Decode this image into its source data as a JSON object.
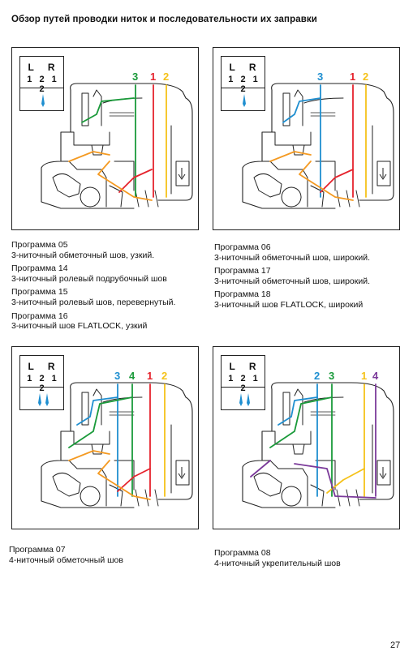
{
  "page_title": "Обзор путей проводки ниток и последовательности их заправки",
  "mode_box": {
    "letters": "L R",
    "numbers": "1 2 1 2"
  },
  "colors": {
    "green": "#1a9a3a",
    "red": "#e5232d",
    "yellow": "#f5c21a",
    "blue": "#1f8fd0",
    "orange": "#f49a22",
    "purple": "#7b3a9a"
  },
  "panels": [
    {
      "thread_labels": [
        "3",
        "1",
        "2"
      ],
      "label_colors": [
        "green",
        "red",
        "yellow"
      ]
    },
    {
      "thread_labels": [
        "3",
        "1",
        "2"
      ],
      "label_colors": [
        "blue",
        "red",
        "yellow"
      ]
    },
    {
      "thread_labels": [
        "3",
        "4",
        "1",
        "2"
      ],
      "label_colors": [
        "blue",
        "green",
        "red",
        "yellow"
      ]
    },
    {
      "thread_labels": [
        "2",
        "3",
        "1",
        "4"
      ],
      "label_colors": [
        "blue",
        "green",
        "yellow",
        "purple"
      ]
    }
  ],
  "captions": {
    "left_top": [
      {
        "program": "Программа 05",
        "desc": "3-ниточный обметочный шов, узкий."
      },
      {
        "program": "Программа 14",
        "desc": "3-ниточный ролевый подрубочный шов"
      },
      {
        "program": "Программа 15",
        "desc": "3-ниточный ролевый шов, перевернутый."
      },
      {
        "program": "Программа 16",
        "desc": "3-ниточный шов FLATLOCK, узкий"
      }
    ],
    "right_top": [
      {
        "program": "Программа 06",
        "desc": "3-ниточный обметочный шов, широкий."
      },
      {
        "program": "Программа 17",
        "desc": "3-ниточный обметочный шов, широкий."
      },
      {
        "program": "Программа 18",
        "desc": "3-ниточный шов FLATLOCK, широкий"
      }
    ],
    "left_bottom": [
      {
        "program": "Программа 07",
        "desc": "4-ниточный обметочный шов"
      }
    ],
    "right_bottom": [
      {
        "program": "Программа 08",
        "desc": "4-ниточный укрепительный шов"
      }
    ]
  },
  "page_number": "27"
}
